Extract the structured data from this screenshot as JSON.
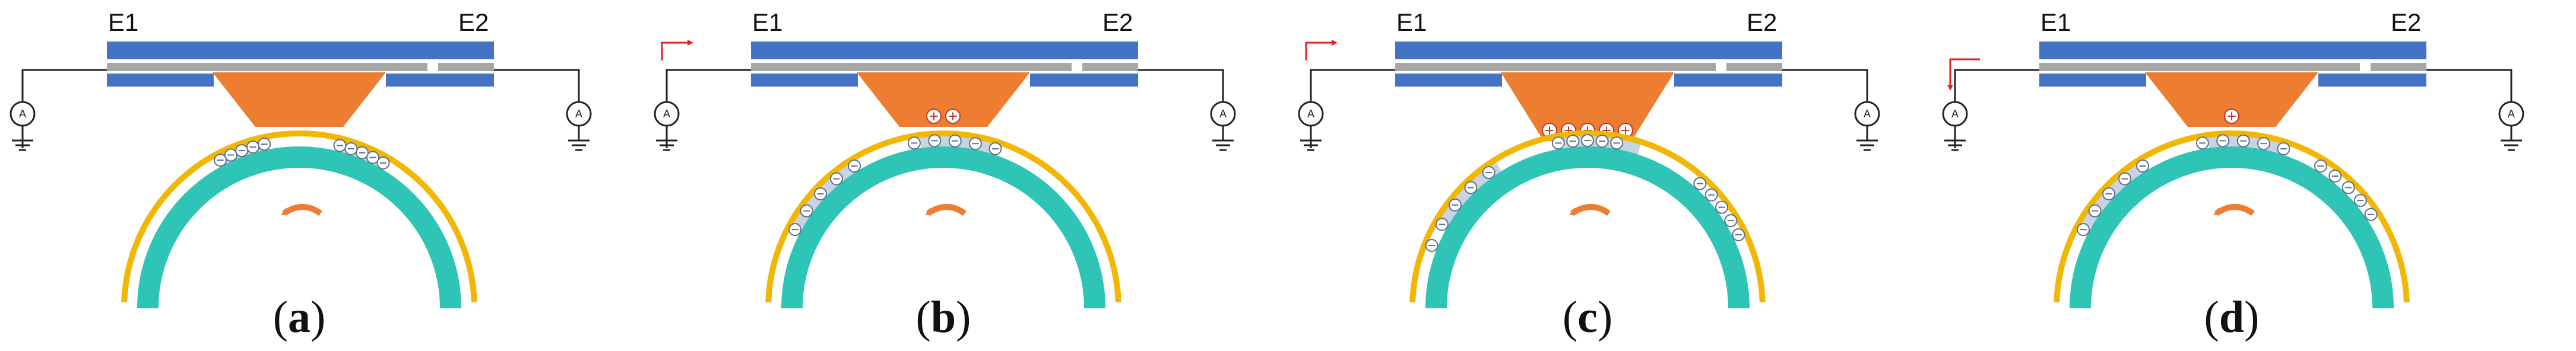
{
  "panels": [
    {
      "id": "a",
      "electrode_left": "E1",
      "electrode_right": "E2",
      "caption_open": "(",
      "caption_letter": "a",
      "caption_close": ")",
      "current_arrow": "none",
      "tip_charges": 0,
      "contact": false
    },
    {
      "id": "b",
      "electrode_left": "E1",
      "electrode_right": "E2",
      "caption_open": "(",
      "caption_letter": "b",
      "caption_close": ")",
      "current_arrow": "right",
      "tip_charges": 2,
      "contact": false
    },
    {
      "id": "c",
      "electrode_left": "E1",
      "electrode_right": "E2",
      "caption_open": "(",
      "caption_letter": "c",
      "caption_close": ")",
      "current_arrow": "right",
      "tip_charges": 5,
      "contact": true
    },
    {
      "id": "d",
      "electrode_left": "E1",
      "electrode_right": "E2",
      "caption_open": "(",
      "caption_letter": "d",
      "caption_close": ")",
      "current_arrow": "down",
      "tip_charges": 1,
      "contact": false
    }
  ],
  "ammeter_symbol": "A",
  "colors": {
    "electrode": "#4472c4",
    "separator": "#a6a6a6",
    "tip": "#ed7d31",
    "rotor": "#2ec4b6",
    "film": "#f2b705",
    "charge_region": "#c9d3e3",
    "current_arrow": "#e02020",
    "rotation_arrow": "#ed7d31",
    "wire": "#222222"
  },
  "icons": {
    "ammeter": "ammeter-icon",
    "ground": "ground-icon",
    "rotation": "rotation-arrow-icon",
    "positive_charge": "positive-charge-icon",
    "negative_charge": "negative-charge-icon"
  }
}
